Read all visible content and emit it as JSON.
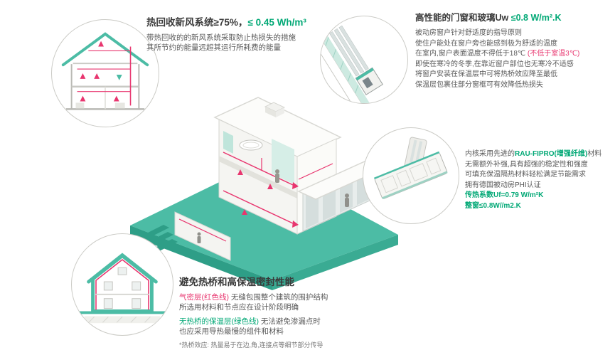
{
  "palette": {
    "green_text": "#00A875",
    "teal_fill": "#4CBCA5",
    "teal_dark": "#2E9E87",
    "pink_red": "#E8366F",
    "text_dark": "#3A3A3A",
    "text_body": "#5A5A5A",
    "circle_border": "#CBCBC6"
  },
  "sections": {
    "heat_recovery": {
      "title_black": "热回收新风系统≥75%，",
      "title_green": "≤ 0.45 Wh/m³",
      "line1": "带热回收的的新风系统采取防止热损失的措施",
      "line2": "其所节约的能量远超其运行所耗费的能量"
    },
    "windows": {
      "title_black": "高性能的门窗和玻璃Uw ",
      "title_green": "≤0.8 W/m².K",
      "line1": "被动房窗户针对舒适度的指导原则",
      "line2": "使住户能处在窗户旁也能感到极为舒适的温度",
      "line3a": "在室内,窗户表面温度不得低于18℃ ",
      "line3b": "(不低于室温3℃)",
      "line4": "即使在寒冷的冬季,在靠近窗户部位也无寒冷不适感",
      "line5": "将窗户安装在保温层中可将热桥效应降至最低",
      "line6": "保温层包裹住部分窗框可有效降低热损失"
    },
    "profile": {
      "line1a": "内核采用先进的",
      "line1b": "RAU-FIPRO(增强纤维)",
      "line1c": "材料",
      "line2": "无需额外补强,具有超强的稳定性和强度",
      "line3": "可填充保温隔热材料轻松满足节能需求",
      "line4": "拥有德国被动房PHI认证",
      "line5": "传热系数Uf=0.79 W/m²K",
      "line6": "整窗≤0.8W//m2.K"
    },
    "thermal": {
      "title": "避免热桥和高保温密封性能",
      "line1a": "气密层(红色线)",
      "line1b": " 无缝包围整个建筑的围护结构",
      "line2": "所选用材料和节点应在设计阶段明确",
      "line3a": "无热桥的保温层(绿色线)",
      "line3b": " 无法避免渗漏点时",
      "line4": "也应采用导热最慢的组件和材料",
      "note": "*热桥效应: 热量易于在边,角,连接点等细节部分传导"
    }
  }
}
